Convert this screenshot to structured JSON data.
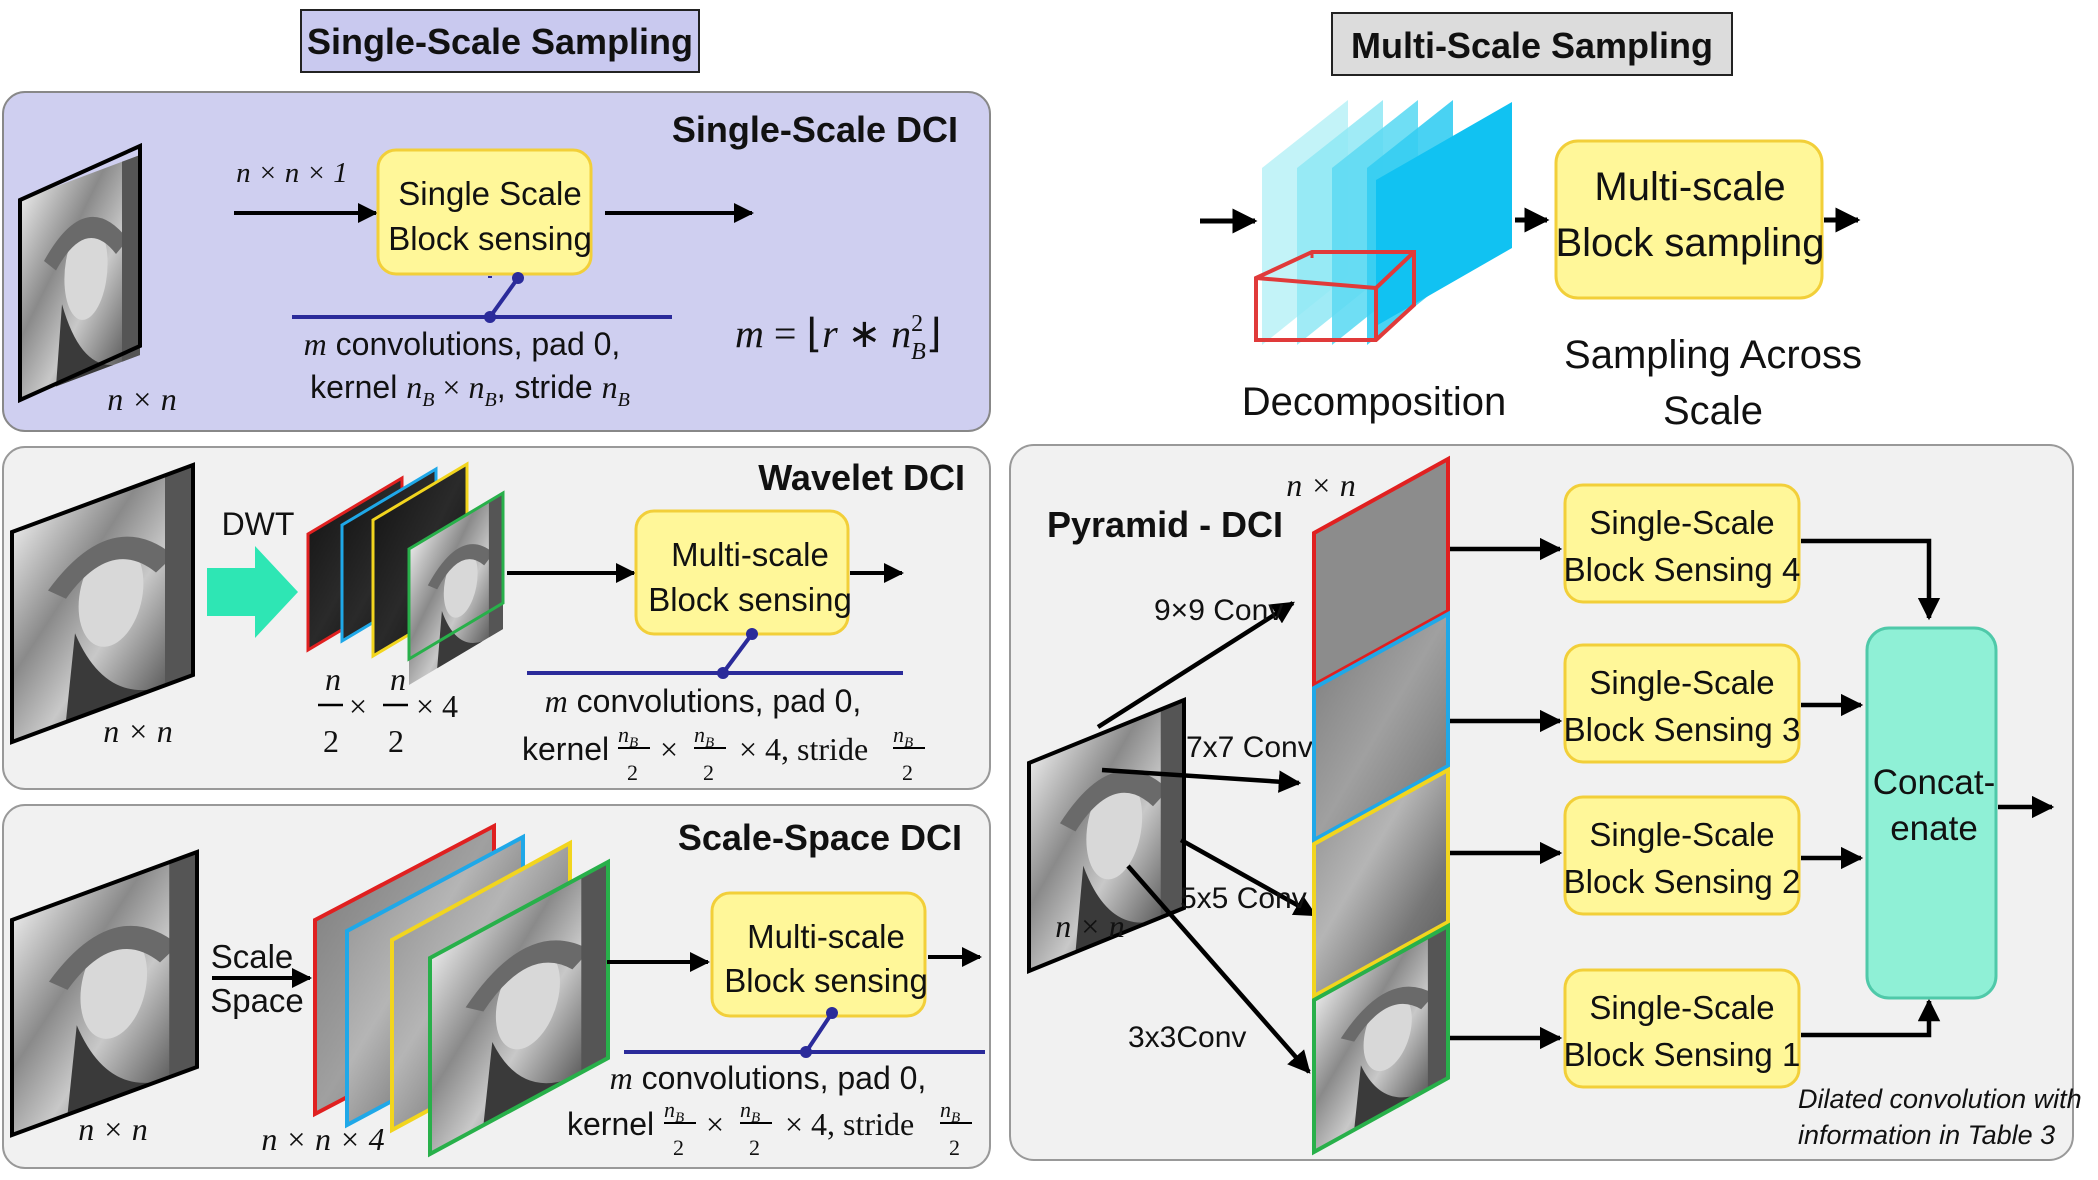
{
  "left_header": "Single-Scale Sampling",
  "right_header": "Multi-Scale Sampling",
  "single_scale": {
    "title": "Single-Scale DCI",
    "input_size": "n × n",
    "arrow_label": "n × n × 1",
    "block_line1": "Single Scale",
    "block_line2": "Block sensing",
    "note_line1_sym": "m",
    "note_line1": " convolutions, pad 0,",
    "note_line2_prefix": "kernel ",
    "note_line2_k": "n",
    "note_line2_ksub": "B",
    "note_line2_x": " × ",
    "note_line2_stride": ", stride ",
    "formula_lhs": "m",
    "formula_eq": " = ⌊",
    "formula_r": "r",
    "formula_mul": " ∗ ",
    "formula_n": "n",
    "formula_sup": "2",
    "formula_sub": "B",
    "formula_close": "⌋"
  },
  "wavelet": {
    "title": "Wavelet DCI",
    "input_size": "n × n",
    "dwt_label": "DWT",
    "stack_size": "× 4",
    "frac_num": "n",
    "frac_den": "2",
    "block_line1": "Multi-scale",
    "block_line2": "Block sensing",
    "note_line1_sym": "m",
    "note_line1": " convolutions, pad 0,",
    "note_line2_prefix": "kernel",
    "note_line2_mid": "× 4, stride"
  },
  "scale_space": {
    "title": "Scale-Space DCI",
    "input_size": "n × n",
    "label_line1": "Scale",
    "label_line2": "Space",
    "stack_size": "n × n × 4",
    "block_line1": "Multi-scale",
    "block_line2": "Block sensing",
    "note_line1_sym": "m",
    "note_line1": " convolutions, pad 0,",
    "note_line2_prefix": "kernel",
    "note_line2_mid": "× 4, stride"
  },
  "multi_scale_top": {
    "decomposition": "Decomposition",
    "block_line1": "Multi-scale",
    "block_line2": "Block sampling",
    "caption_line1": "Sampling Across",
    "caption_line2": "Scale"
  },
  "pyramid": {
    "title": "Pyramid - DCI",
    "input_size": "n × n",
    "top_size": "n × n",
    "convs": [
      "9×9 Conv",
      "7x7 Conv",
      "5x5 Conv",
      "3x3Conv"
    ],
    "blocks": [
      {
        "line1": "Single-Scale",
        "line2": "Block Sensing 4"
      },
      {
        "line1": "Single-Scale",
        "line2": "Block Sensing 3"
      },
      {
        "line1": "Single-Scale",
        "line2": "Block Sensing 2"
      },
      {
        "line1": "Single-Scale",
        "line2": "Block Sensing 1"
      }
    ],
    "concat_line1": "Concat-",
    "concat_line2": "enate",
    "footnote_line1": "Dilated convolution with",
    "footnote_line2": "information in Table 3"
  },
  "colors": {
    "header_left_bg": "#c9c9ef",
    "header_right_bg": "#dcdcdc",
    "panel_single_bg": "#cfcff0",
    "panel_gray_bg": "#f1f1f1",
    "block_fill": "#fff799",
    "block_stroke": "#f2cf39",
    "concat_fill": "#8ff0d6",
    "navy_line": "#2b2b9a",
    "teal_arrow": "#2ee6b4",
    "frame_red": "#e02020",
    "frame_blue": "#1fa8e8",
    "frame_yellow": "#f2d51e",
    "frame_green": "#28b04a",
    "cyan_slab": "#11c2f2"
  }
}
